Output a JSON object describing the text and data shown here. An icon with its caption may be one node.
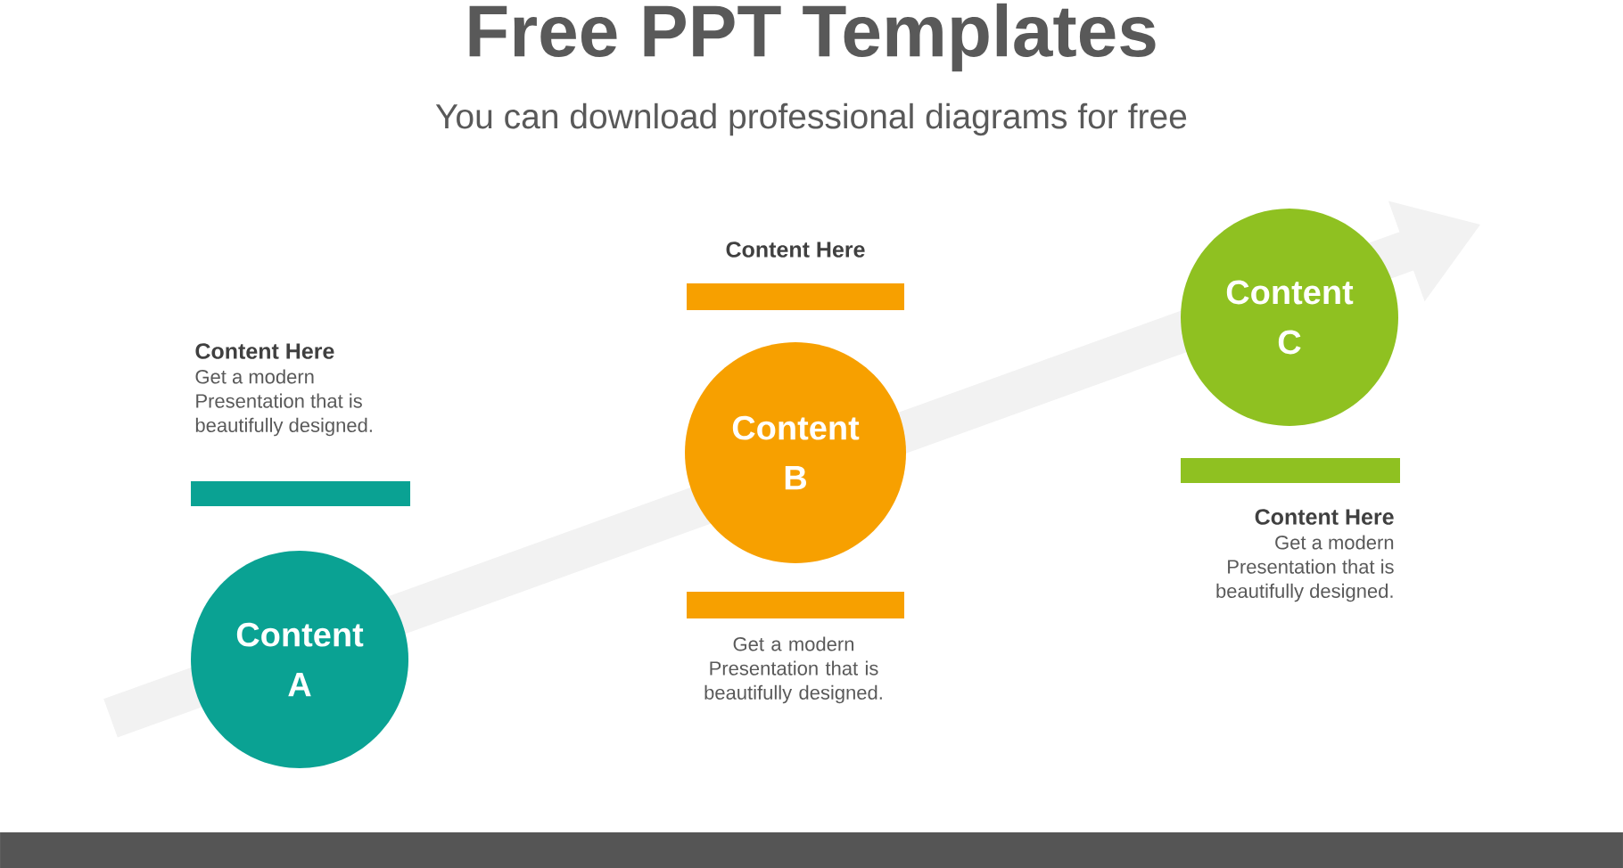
{
  "diagram": {
    "title": "Free PPT Templates",
    "nodes": [
      {
        "text": [],
        "shape": "bar",
        "beside": [
          "Content Here",
          "Get a modern Presentation that is beautifully designed."
        ]
      },
      {
        "text": [
          "Content A"
        ]
      },
      {
        "text": [],
        "shape": "bar",
        "beside": [
          "Content Here"
        ]
      },
      {
        "text": [
          "Content B"
        ]
      },
      {
        "text": [],
        "shape": "bar",
        "beside": [
          "Get a modern Presentation that is beautifully designed."
        ]
      },
      {
        "text": [
          "Content C"
        ]
      },
      {
        "text": [],
        "shape": "bar",
        "beside": [
          "Content Here",
          "Get a modern Presentation that is beautifully designed."
        ]
      }
    ],
    "labels": [
      "You can download professional diagrams for free"
    ]
  }
}
